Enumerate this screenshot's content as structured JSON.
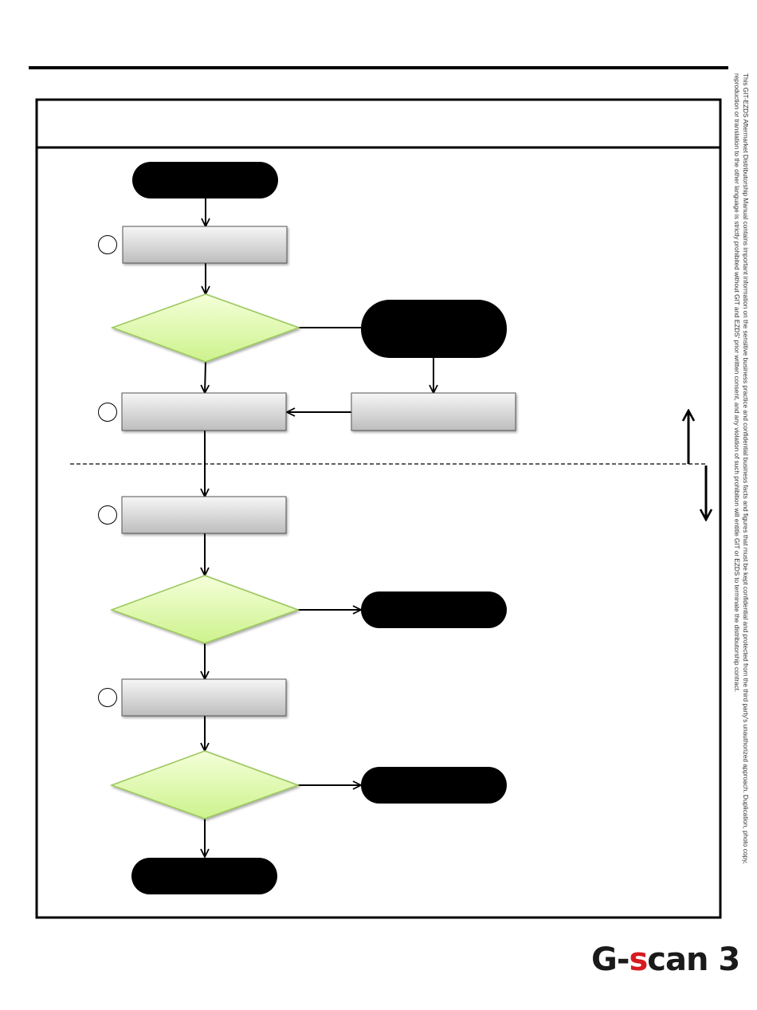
{
  "footer": {
    "disclaimer_line1": "This GIT-EZDS Aftermarket Distributorship Manual contains important information on the sensitive business practice and confidential business facts and figures that must be kept confidential and protected from the third party's unauthorized approach.  Duplication, photo copy,",
    "disclaimer_line2": "reproduction or translation to the other language is strictly prohibited without GIT and EZDS' prior written consent, and any violation of such prohibition will entitle GIT or EZDS to terminate the distributorship contract.",
    "logo": {
      "prefix": "G-",
      "accent": "s",
      "suffix": "can 3",
      "accent_color": "#d71920"
    }
  },
  "colors": {
    "decision_fill_top": "#f4ffd9",
    "decision_fill_bottom": "#cdf28c",
    "decision_stroke": "#9ac75a",
    "process_fill_top": "#f6f6f6",
    "process_fill_bottom": "#bdbdbd",
    "terminal_fill": "#000000"
  }
}
